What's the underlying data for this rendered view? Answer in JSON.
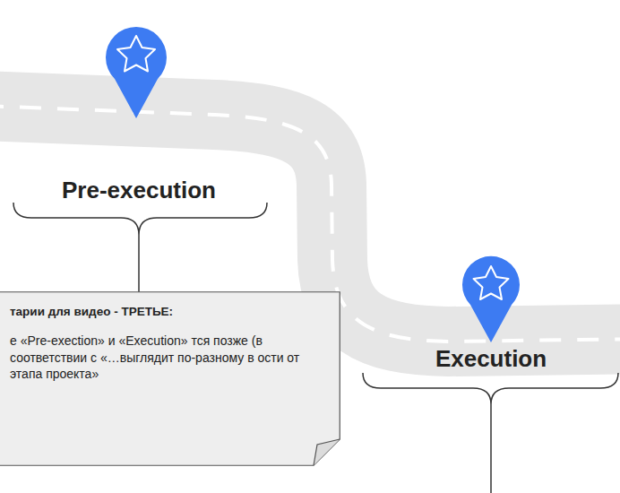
{
  "diagram": {
    "nodes": [
      {
        "text": [
          "тарии для видео - ТРЕТЬЕ:",
          "е «Pre-exection» и «Execution» тся позже (в соответствии с «…выглядит по-разному в ости от этапа проекта»"
        ]
      }
    ],
    "labels": [
      "Pre-execution",
      "Execution"
    ]
  }
}
